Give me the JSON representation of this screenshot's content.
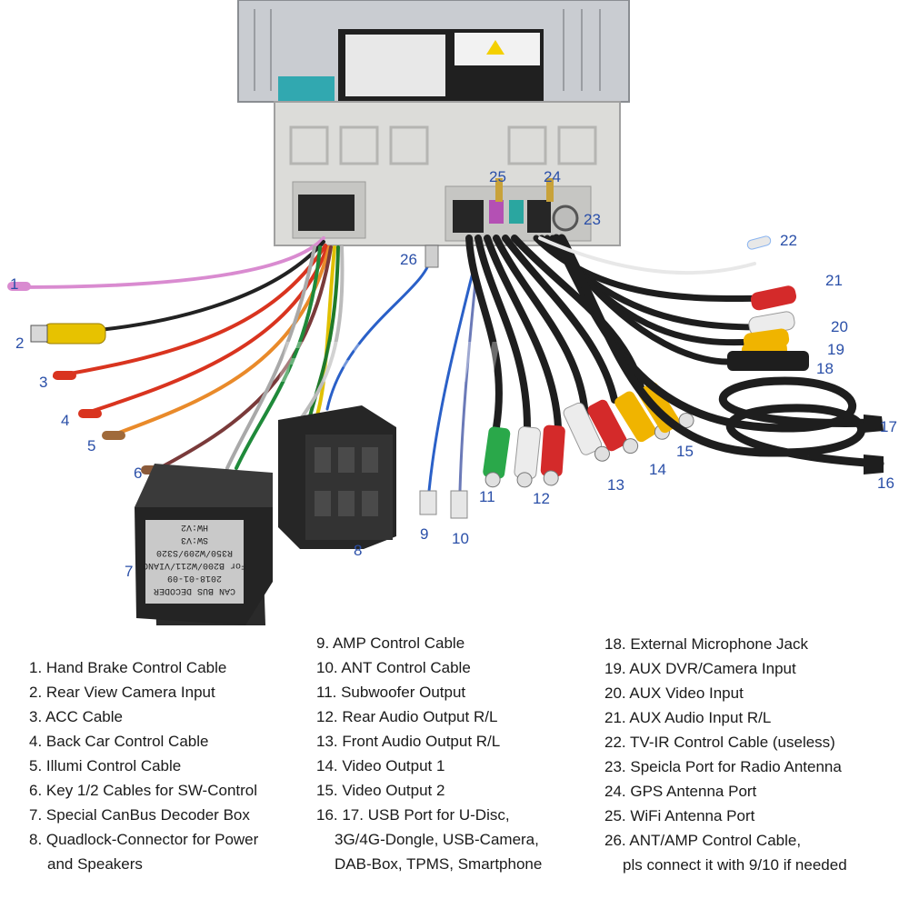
{
  "watermark": "ERISIN",
  "colors": {
    "callout": "#2a4fa8",
    "text": "#1a1a1a"
  },
  "decoder": {
    "label_lines": [
      "CAN BUS DECODER",
      "2018-01-09",
      "For B200/W211/VIANO",
      "R350/W209/S320",
      "SW:V3",
      "HW:V2"
    ]
  },
  "callouts": [
    "1",
    "2",
    "3",
    "4",
    "5",
    "6",
    "7",
    "8",
    "9",
    "10",
    "11",
    "12",
    "13",
    "14",
    "15",
    "16",
    "17",
    "18",
    "19",
    "20",
    "21",
    "22",
    "23",
    "24",
    "25",
    "26"
  ],
  "legend": {
    "col1": [
      "1. Hand Brake Control Cable",
      "2. Rear View Camera Input",
      "3. ACC Cable",
      "4. Back Car Control Cable",
      "5. Illumi Control Cable",
      "6. Key 1/2 Cables for SW-Control",
      "7. Special CanBus Decoder Box",
      "8. Quadlock-Connector for Power",
      "and Speakers"
    ],
    "col2": [
      "9. AMP Control Cable",
      "10. ANT Control Cable",
      "11. Subwoofer Output",
      "12. Rear Audio Output R/L",
      "13. Front Audio Output R/L",
      "14. Video Output 1",
      "15. Video Output 2",
      "16. 17. USB Port for U-Disc,",
      "3G/4G-Dongle, USB-Camera,",
      "DAB-Box, TPMS, Smartphone"
    ],
    "col3": [
      "18. External Microphone Jack",
      "19. AUX DVR/Camera Input",
      "20. AUX Video Input",
      "21. AUX Audio Input R/L",
      "22. TV-IR Control Cable (useless)",
      "23. Speicla Port for Radio Antenna",
      "24. GPS Antenna Port",
      "25. WiFi Antenna Port",
      "26. ANT/AMP Control Cable,",
      "pls connect it with 9/10 if needed"
    ]
  }
}
